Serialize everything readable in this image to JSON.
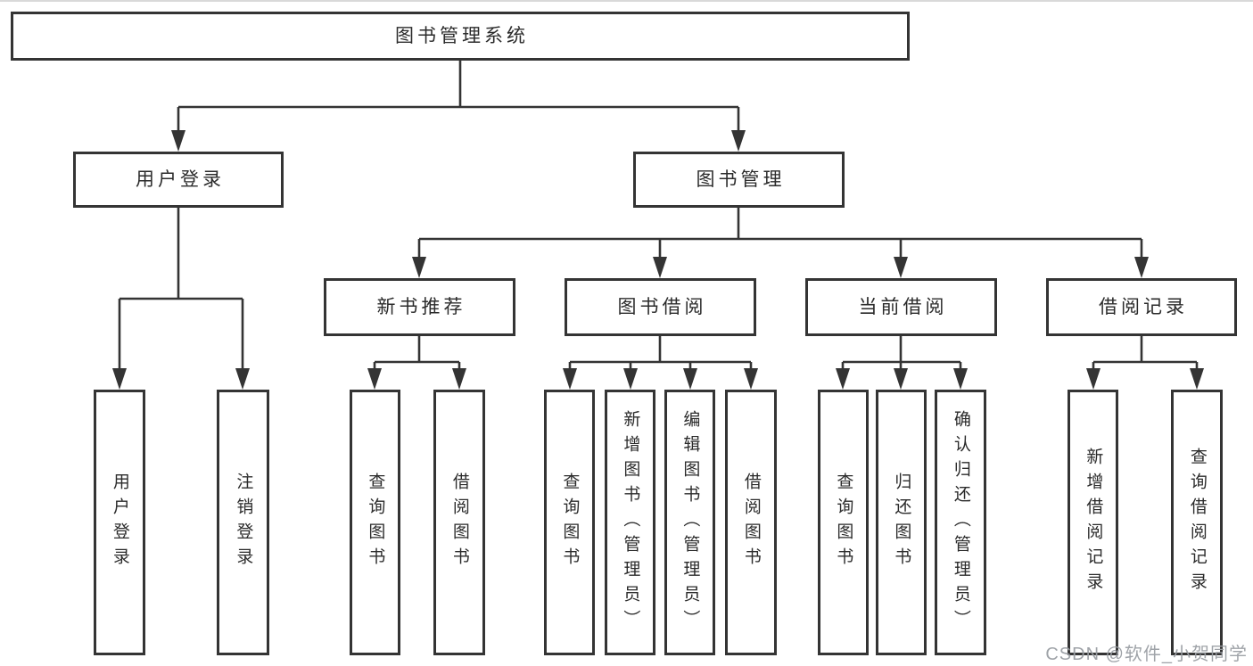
{
  "diagram": {
    "root": {
      "label": "图书管理系统"
    },
    "level2": [
      {
        "label": "用户登录"
      },
      {
        "label": "图书管理"
      }
    ],
    "level3": [
      {
        "label": "新书推荐"
      },
      {
        "label": "图书借阅"
      },
      {
        "label": "当前借阅"
      },
      {
        "label": "借阅记录"
      }
    ],
    "leaves": [
      {
        "label": "用户登录"
      },
      {
        "label": "注销登录"
      },
      {
        "label": "查询图书"
      },
      {
        "label": "借阅图书"
      },
      {
        "label": "查询图书"
      },
      {
        "label": "新增图书（管理员）"
      },
      {
        "label": "编辑图书（管理员）"
      },
      {
        "label": "借阅图书"
      },
      {
        "label": "查询图书"
      },
      {
        "label": "归还图书"
      },
      {
        "label": "确认归还（管理员）"
      },
      {
        "label": "新增借阅记录"
      },
      {
        "label": "查询借阅记录"
      }
    ]
  },
  "watermark": {
    "text": "CSDN @软件_小贺同学"
  },
  "colors": {
    "line": "#343434",
    "box_border": "#343434",
    "text": "#2b2b2b",
    "background": "#ffffff",
    "watermark": "#9a9ea3"
  }
}
